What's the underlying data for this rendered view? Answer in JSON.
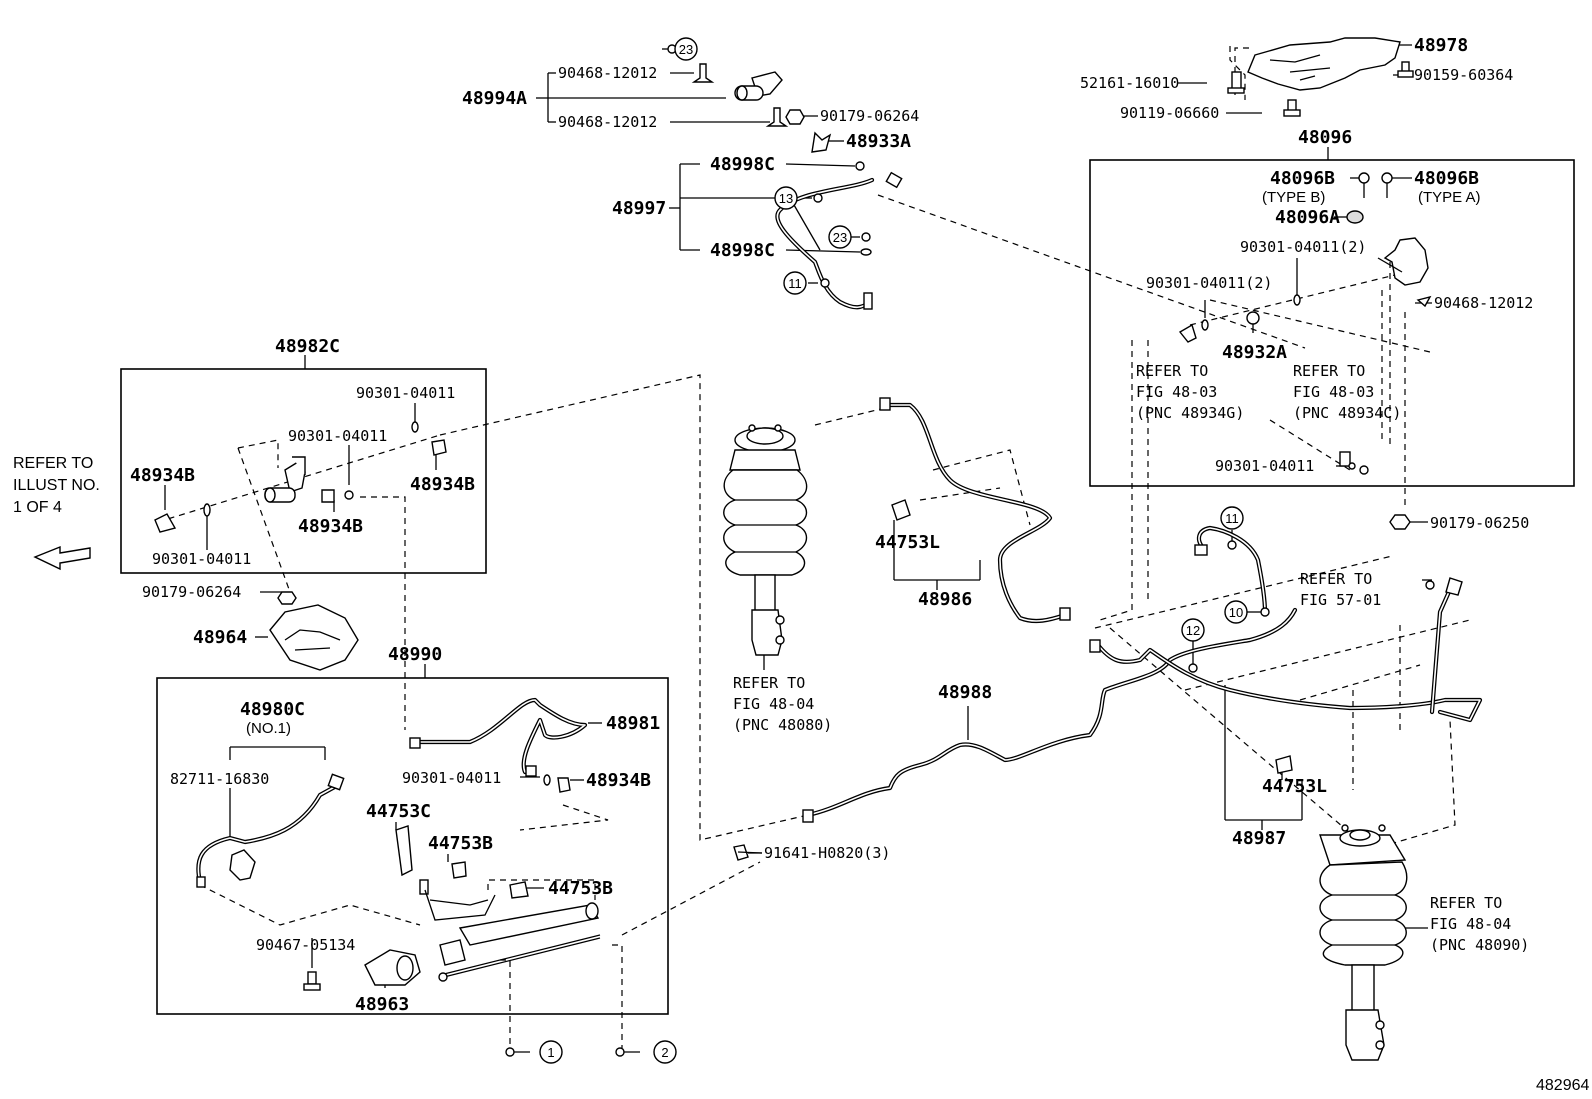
{
  "drawing_id": "482964",
  "labels": {
    "p48978": "48978",
    "p52161_16010": "52161-16010",
    "p90159_60364": "90159-60364",
    "p90119_06660": "90119-06660",
    "p48096": "48096",
    "p48096b_1": "48096B",
    "p48096b_1_type": "(TYPE B)",
    "p48096b_2": "48096B",
    "p48096b_2_type": "(TYPE A)",
    "p48096a": "48096A",
    "p90301_2a": "90301-04011(2)",
    "p90301_2b": "90301-04011(2)",
    "p90468_r": "90468-12012",
    "p48932a": "48932A",
    "p90301_r": "90301-04011",
    "p90179_06250": "90179-06250",
    "p48994a": "48994A",
    "p90468_top1": "90468-12012",
    "p90468_top2": "90468-12012",
    "p90179_06264_top": "90179-06264",
    "p48933a": "48933A",
    "p48997": "48997",
    "p48998c_1": "48998C",
    "p48998c_2": "48998C",
    "p48982c": "48982C",
    "p90301_l1": "90301-04011",
    "p90301_l2": "90301-04011",
    "p90301_l3": "90301-04011",
    "p48934b_l1": "48934B",
    "p48934b_l2": "48934B",
    "p48934b_l3": "48934B",
    "p90179_06264_l": "90179-06264",
    "p48964": "48964",
    "p48990": "48990",
    "p48980c": "48980C",
    "p48980c_sub": "(NO.1)",
    "p82711": "82711-16830",
    "p48981": "48981",
    "p90301_b": "90301-04011",
    "p48934b_b": "48934B",
    "p44753c": "44753C",
    "p44753b_1": "44753B",
    "p44753b_2": "44753B",
    "p90467": "90467-05134",
    "p48963": "48963",
    "p91641": "91641-H0820(3)",
    "p44753l_1": "44753L",
    "p48986": "48986",
    "p48988": "48988",
    "p44753l_2": "44753L",
    "p48987": "48987"
  },
  "refs": {
    "illust": [
      "REFER TO",
      "ILLUST NO.",
      "1 OF 4"
    ],
    "fig48_03g": [
      "REFER TO",
      "FIG 48-03",
      "(PNC 48934G)"
    ],
    "fig48_03c": [
      "REFER TO",
      "FIG 48-03",
      "(PNC 48934C)"
    ],
    "fig57_01": [
      "REFER TO",
      "FIG 57-01"
    ],
    "fig48_04_80": [
      "REFER TO",
      "FIG 48-04",
      "(PNC 48080)"
    ],
    "fig48_04_90": [
      "REFER TO",
      "FIG 48-04",
      "(PNC 48090)"
    ]
  },
  "circles": {
    "c23a": "23",
    "c13": "13",
    "c23b": "23",
    "c11a": "11",
    "c11b": "11",
    "c10": "10",
    "c12": "12",
    "c1": "1",
    "c2": "2"
  }
}
